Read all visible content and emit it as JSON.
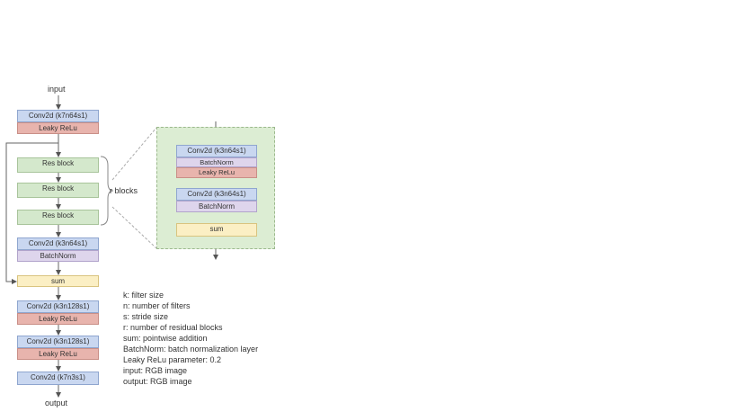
{
  "main": {
    "input_label": "input",
    "output_label": "output",
    "conv1": {
      "conv": "Conv2d (k7n64s1)",
      "act": "Leaky ReLu"
    },
    "res_blocks": [
      "Res block",
      "Res block",
      "Res block"
    ],
    "r_blocks_label": "r blocks",
    "conv2": {
      "conv": "Conv2d (k3n64s1)",
      "norm": "BatchNorm"
    },
    "sum": "sum",
    "conv3": {
      "conv": "Conv2d (k3n128s1)",
      "act": "Leaky ReLu"
    },
    "conv4": {
      "conv": "Conv2d (k3n128s1)",
      "act": "Leaky ReLu"
    },
    "conv5": {
      "conv": "Conv2d (k7n3s1)"
    }
  },
  "res_detail": {
    "conv_a": {
      "conv": "Conv2d (k3n64s1)",
      "norm": "BatchNorm",
      "act": "Leaky ReLu"
    },
    "conv_b": {
      "conv": "Conv2d (k3n64s1)",
      "norm": "BatchNorm"
    },
    "sum": "sum"
  },
  "legend": [
    "k: filter size",
    "n: number of filters",
    "s: stride size",
    "r: number of residual blocks",
    "sum: pointwise addition",
    "BatchNorm: batch normalization layer",
    "Leaky ReLu parameter: 0.2",
    "input: RGB image",
    "output: RGB image"
  ],
  "colors": {
    "conv": "#c9d7f0",
    "activation": "#e8b4ad",
    "res_block": "#d4e8cc",
    "sum": "#fbefc4",
    "batchnorm": "#ded5ec",
    "detail_panel": "#dcedd3"
  }
}
